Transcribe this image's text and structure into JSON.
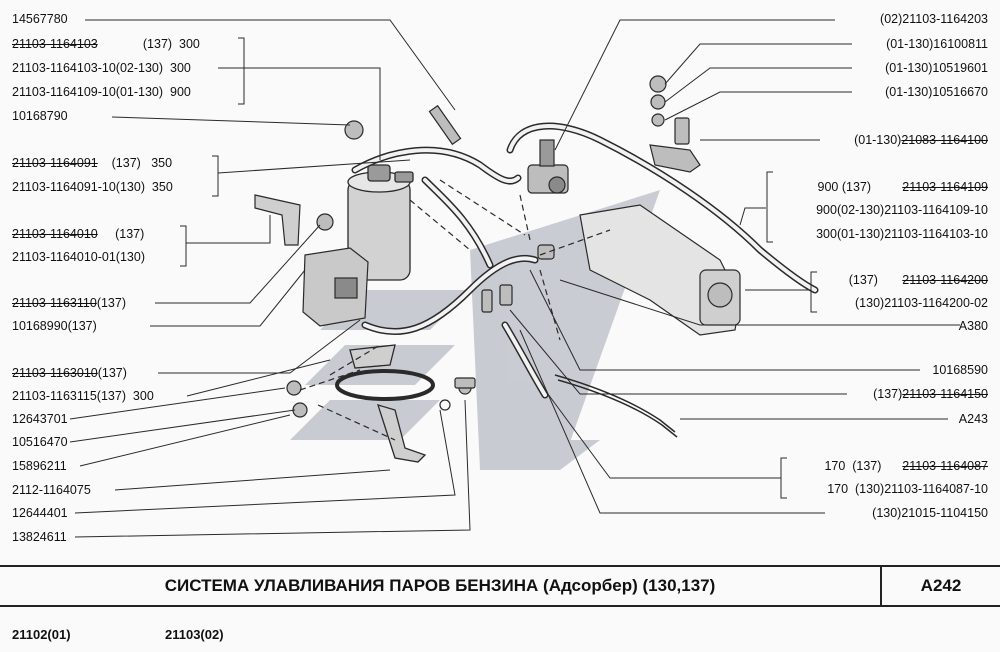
{
  "labels_left": [
    {
      "id": "l1",
      "text": "14567780",
      "strike": ""
    },
    {
      "id": "l2",
      "pre": "",
      "strike": "21103-1164103",
      "post": "             (137)  300"
    },
    {
      "id": "l3",
      "text": "21103-1164103-10(02-130)  300"
    },
    {
      "id": "l4",
      "text": "21103-1164109-10(01-130)  900"
    },
    {
      "id": "l5",
      "text": "10168790"
    },
    {
      "id": "l6",
      "pre": "",
      "strike": "21103-1164091",
      "post": "    (137)   350"
    },
    {
      "id": "l7",
      "text": "21103-1164091-10(130)  350"
    },
    {
      "id": "l8",
      "pre": "",
      "strike": "21103-1164010",
      "post": "     (137)"
    },
    {
      "id": "l9",
      "text": "21103-1164010-01(130)"
    },
    {
      "id": "l10",
      "pre": "",
      "strike": "21103-1163110",
      "post": "(137)"
    },
    {
      "id": "l11",
      "text": "10168990(137)"
    },
    {
      "id": "l12",
      "pre": "",
      "strike": "21103-1163010",
      "post": "(137)"
    },
    {
      "id": "l13",
      "text": "21103-1163115(137)  300"
    },
    {
      "id": "l14",
      "text": "12643701"
    },
    {
      "id": "l15",
      "text": "10516470"
    },
    {
      "id": "l16",
      "text": "15896211"
    },
    {
      "id": "l17",
      "text": "2112-1164075"
    },
    {
      "id": "l18",
      "text": "12644401"
    },
    {
      "id": "l19",
      "text": "13824611"
    }
  ],
  "labels_right": [
    {
      "id": "r1",
      "text": "(02)21103-1164203"
    },
    {
      "id": "r2",
      "text": "(01-130)16100811"
    },
    {
      "id": "r3",
      "text": "(01-130)10519601"
    },
    {
      "id": "r4",
      "text": "(01-130)10516670"
    },
    {
      "id": "r5",
      "pre": "(01-130)",
      "strike": "21083-1164100",
      "post": ""
    },
    {
      "id": "r6",
      "pre": "900 (137)         ",
      "strike": "21103-1164109",
      "post": ""
    },
    {
      "id": "r7",
      "text": "900(02-130)21103-1164109-10"
    },
    {
      "id": "r8",
      "text": "300(01-130)21103-1164103-10"
    },
    {
      "id": "r9",
      "pre": "(137)       ",
      "strike": "21103-1164200",
      "post": ""
    },
    {
      "id": "r10",
      "text": "(130)21103-1164200-02"
    },
    {
      "id": "r11",
      "text": "A380"
    },
    {
      "id": "r12",
      "text": "10168590"
    },
    {
      "id": "r13",
      "pre": "(137)",
      "strike": "21103-1164150",
      "post": ""
    },
    {
      "id": "r14",
      "text": "A243"
    },
    {
      "id": "r15",
      "pre": "170  (137)      ",
      "strike": "21103-1164087",
      "post": ""
    },
    {
      "id": "r16",
      "text": "170  (130)21103-1164087-10"
    },
    {
      "id": "r17",
      "text": "(130)21015-1104150"
    }
  ],
  "title": {
    "text": "СИСТЕМА  УЛАВЛИВАНИЯ  ПАРОВ  БЕНЗИНА  (Адсорбер) (130,137)",
    "code": "A242"
  },
  "models": [
    "21102(01)",
    "21103(02)"
  ],
  "colors": {
    "line": "#2a2a2a",
    "part_fill": "#d8d8d8",
    "part_dark": "#8a8a8a",
    "watermark": "#b9bcc7",
    "background": "#fafafa"
  }
}
